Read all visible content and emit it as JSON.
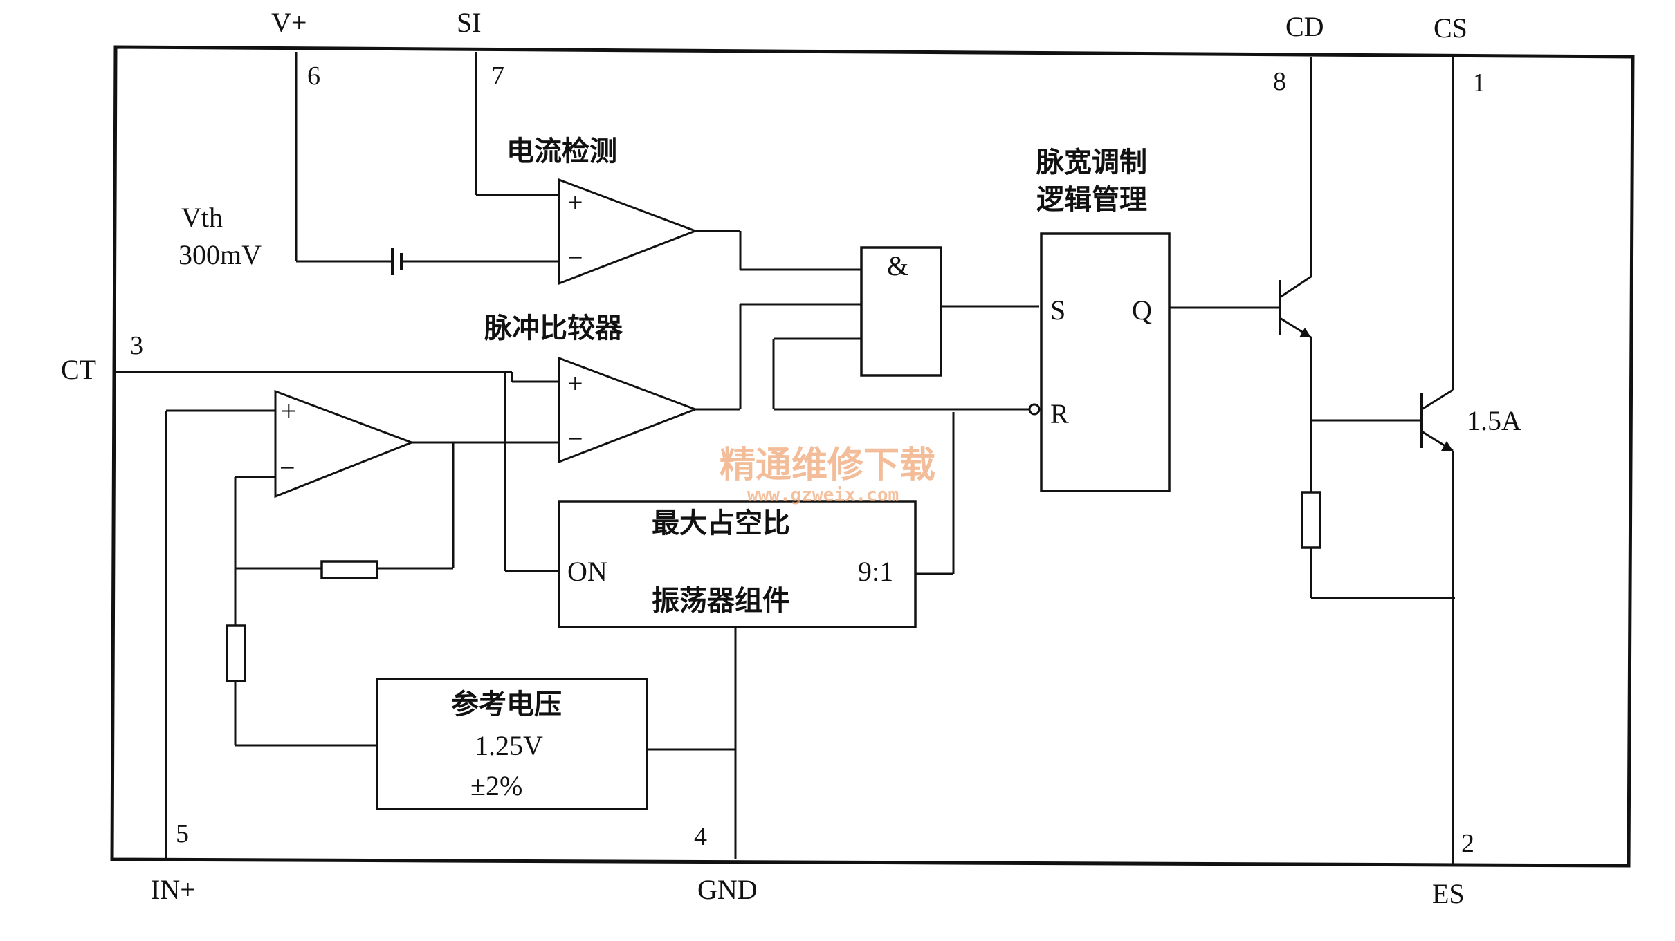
{
  "pins": {
    "v_plus": "V+",
    "si": "SI",
    "cd": "CD",
    "cs": "CS",
    "ct": "CT",
    "in_plus": "IN+",
    "gnd": "GND",
    "es": "ES",
    "n6": "6",
    "n7": "7",
    "n8": "8",
    "n1": "1",
    "n3": "3",
    "n5": "5",
    "n4": "4",
    "n2": "2"
  },
  "labels": {
    "current_detect": "电流检测",
    "vth_line1": "Vth",
    "vth_line2": "300mV",
    "pulse_comparator": "脉冲比较器",
    "pwm_line1": "脉宽调制",
    "pwm_line2": "逻辑管理",
    "and_gate": "&",
    "ff_s": "S",
    "ff_r": "R",
    "ff_q": "Q",
    "osc_line1": "最大占空比",
    "osc_on": "ON",
    "osc_ratio": "9:1",
    "osc_line2": "振荡器组件",
    "ref_line1": "参考电压",
    "ref_line2": "1.25V",
    "ref_line3": "±2%",
    "output_current": "1.5A",
    "op_plus": "+",
    "op_minus": "−"
  },
  "watermark": {
    "cn": "精通维修下载",
    "url": "www.gzweix.com"
  }
}
